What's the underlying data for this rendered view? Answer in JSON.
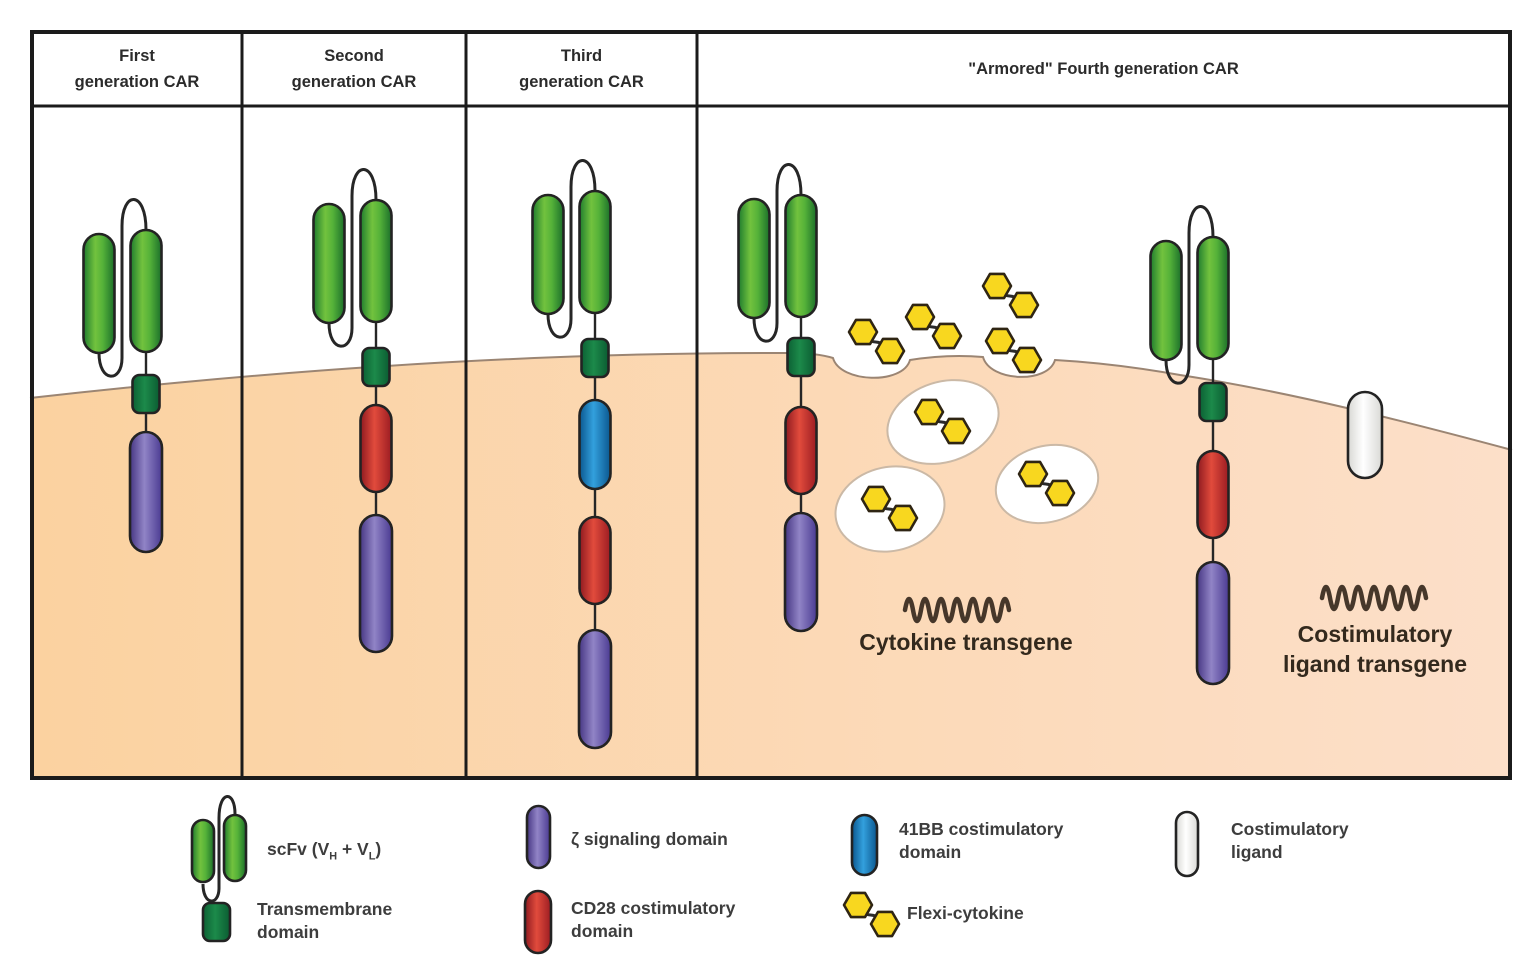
{
  "panels": [
    {
      "id": "gen1",
      "header_lines": [
        "First",
        "generation CAR"
      ],
      "car_domains": [
        "scFv",
        "Transmembrane domain",
        "ζ signaling domain"
      ]
    },
    {
      "id": "gen2",
      "header_lines": [
        "Second",
        "generation CAR"
      ],
      "car_domains": [
        "scFv",
        "Transmembrane domain",
        "CD28 costimulatory domain",
        "ζ signaling domain"
      ]
    },
    {
      "id": "gen3",
      "header_lines": [
        "Third",
        "generation CAR"
      ],
      "car_domains": [
        "scFv",
        "Transmembrane domain",
        "41BB costimulatory domain",
        "CD28 costimulatory domain",
        "ζ signaling domain"
      ]
    },
    {
      "id": "gen4",
      "header_lines": [
        "\"Armored\" Fourth generation CAR"
      ],
      "car_domains": [
        "scFv",
        "Transmembrane domain",
        "CD28 costimulatory domain",
        "ζ signaling domain"
      ],
      "extras": [
        "Flexi-cytokine",
        "Costimulatory ligand"
      ]
    }
  ],
  "annotations": {
    "cytokine": "Cytokine transgene",
    "costim_lines": [
      "Costimulatory",
      "ligand transgene"
    ]
  },
  "legend": {
    "items": [
      {
        "icon": "scfv-icon",
        "label_parts": {
          "pre": "scFv (V",
          "sub_h": "H",
          "mid": " + V",
          "sub_l": "L",
          "post": ")"
        }
      },
      {
        "icon": "transmembrane-domain-icon",
        "lines": [
          "Transmembrane",
          "domain"
        ]
      },
      {
        "icon": "zeta-signaling-domain-icon",
        "lines": [
          "ζ signaling domain"
        ]
      },
      {
        "icon": "cd28-costimulatory-domain-icon",
        "lines": [
          "CD28 costimulatory",
          "domain"
        ]
      },
      {
        "icon": "41bb-costimulatory-domain-icon",
        "lines": [
          "41BB costimulatory",
          "domain"
        ]
      },
      {
        "icon": "flexi-cytokine-icon",
        "lines": [
          "Flexi-cytokine"
        ]
      },
      {
        "icon": "costimulatory-ligand-icon",
        "lines": [
          "Costimulatory",
          "ligand"
        ]
      }
    ]
  },
  "colors": {
    "scfv_green_light": "#72c23e",
    "scfv_green_dark": "#1f7c2e",
    "transmembrane_green": "#127540",
    "zeta_purple": "#4a3a92",
    "zeta_purple_light": "#9184c6",
    "cd28_red": "#9c1c22",
    "cd28_red_light": "#e14b3c",
    "bb41_blue": "#0b578f",
    "bb41_blue_light": "#33a0dd",
    "costim_ligand_white": "#efefec",
    "cytokine_yellow": "#f8d71f",
    "membrane_left": "#fbd2a0",
    "membrane_right": "#fcdfc9",
    "outline_dark": "#232323"
  }
}
